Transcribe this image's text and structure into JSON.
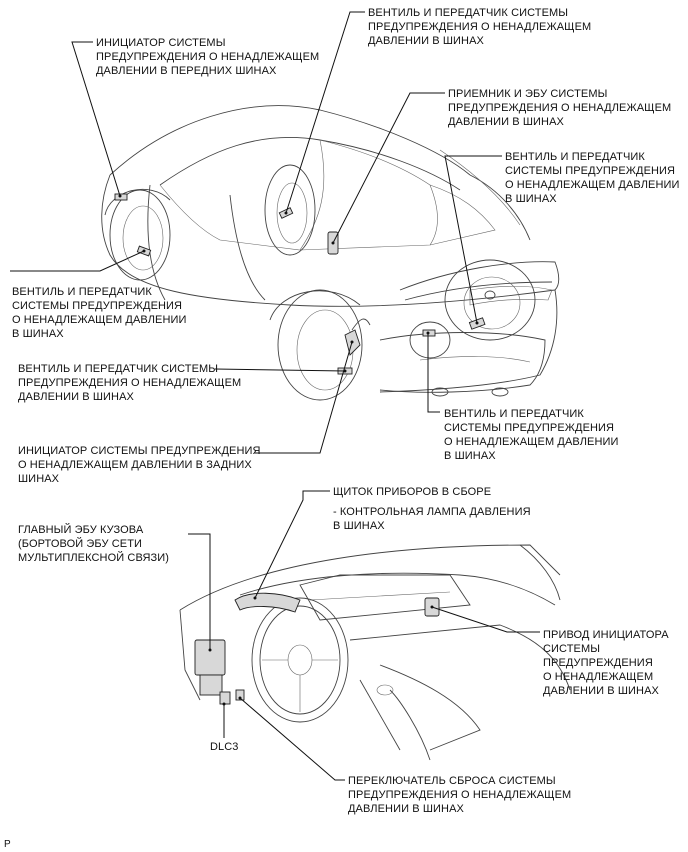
{
  "labels": {
    "initiator_front": "ИНИЦИАТОР СИСТЕМЫ\nПРЕДУПРЕЖДЕНИЯ О НЕНАДЛЕЖАЩЕМ\nДАВЛЕНИИ В ПЕРЕДНИХ ШИНАХ",
    "valve_top": "ВЕНТИЛЬ И ПЕРЕДАТЧИК СИСТЕМЫ\nПРЕДУПРЕЖДЕНИЯ О НЕНАДЛЕЖАЩЕМ\nДАВЛЕНИИ В ШИНАХ",
    "receiver_ecu": "ПРИЕМНИК И ЭБУ СИСТЕМЫ\nПРЕДУПРЕЖДЕНИЯ О НЕНАДЛЕЖАЩЕМ\nДАВЛЕНИИ В ШИНАХ",
    "valve_spare": "ВЕНТИЛЬ И ПЕРЕДАТЧИК\nСИСТЕМЫ ПРЕДУПРЕЖДЕНИЯ\nО НЕНАДЛЕЖАЩЕМ ДАВЛЕНИИ\nВ ШИНАХ",
    "valve_front_left": "ВЕНТИЛЬ И ПЕРЕДАТЧИК\nСИСТЕМЫ ПРЕДУПРЕЖДЕНИЯ\nО НЕНАДЛЕЖАЩЕМ ДАВЛЕНИИ\nВ ШИНАХ",
    "valve_rear_left": "ВЕНТИЛЬ И ПЕРЕДАТЧИК СИСТЕМЫ\nПРЕДУПРЕЖДЕНИЯ О НЕНАДЛЕЖАЩЕМ\nДАВЛЕНИИ В ШИНАХ",
    "valve_rear_right": "ВЕНТИЛЬ И ПЕРЕДАТЧИК\nСИСТЕМЫ ПРЕДУПРЕЖДЕНИЯ\nО НЕНАДЛЕЖАЩЕМ ДАВЛЕНИИ\nВ ШИНАХ",
    "initiator_rear": "ИНИЦИАТОР СИСТЕМЫ ПРЕДУПРЕЖДЕНИЯ\nО НЕНАДЛЕЖАЩЕМ ДАВЛЕНИИ В ЗАДНИХ\nШИНАХ",
    "combination_meter": "ЩИТОК ПРИБОРОВ В СБОРЕ",
    "warning_light": "- КОНТРОЛЬНАЯ ЛАМПА ДАВЛЕНИЯ\nВ ШИНАХ",
    "main_body_ecu": "ГЛАВНЫЙ ЭБУ КУЗОВА\n(БОРТОВОЙ ЭБУ СЕТИ\nМУЛЬТИПЛЕКСНОЙ СВЯЗИ)",
    "initiator_driver": "ПРИВОД ИНИЦИАТОРА\nСИСТЕМЫ\nПРЕДУПРЕЖДЕНИЯ\nО НЕНАДЛЕЖАЩЕМ\nДАВЛЕНИИ В ШИНАХ",
    "dlc3": "DLC3",
    "reset_switch": "ПЕРЕКЛЮЧАТЕЛЬ СБРОСА СИСТЕМЫ\nПРЕДУПРЕЖДЕНИЯ О НЕНАДЛЕЖАЩЕМ\nДАВЛЕНИИ В ШИНАХ",
    "corner_mark": "P"
  }
}
